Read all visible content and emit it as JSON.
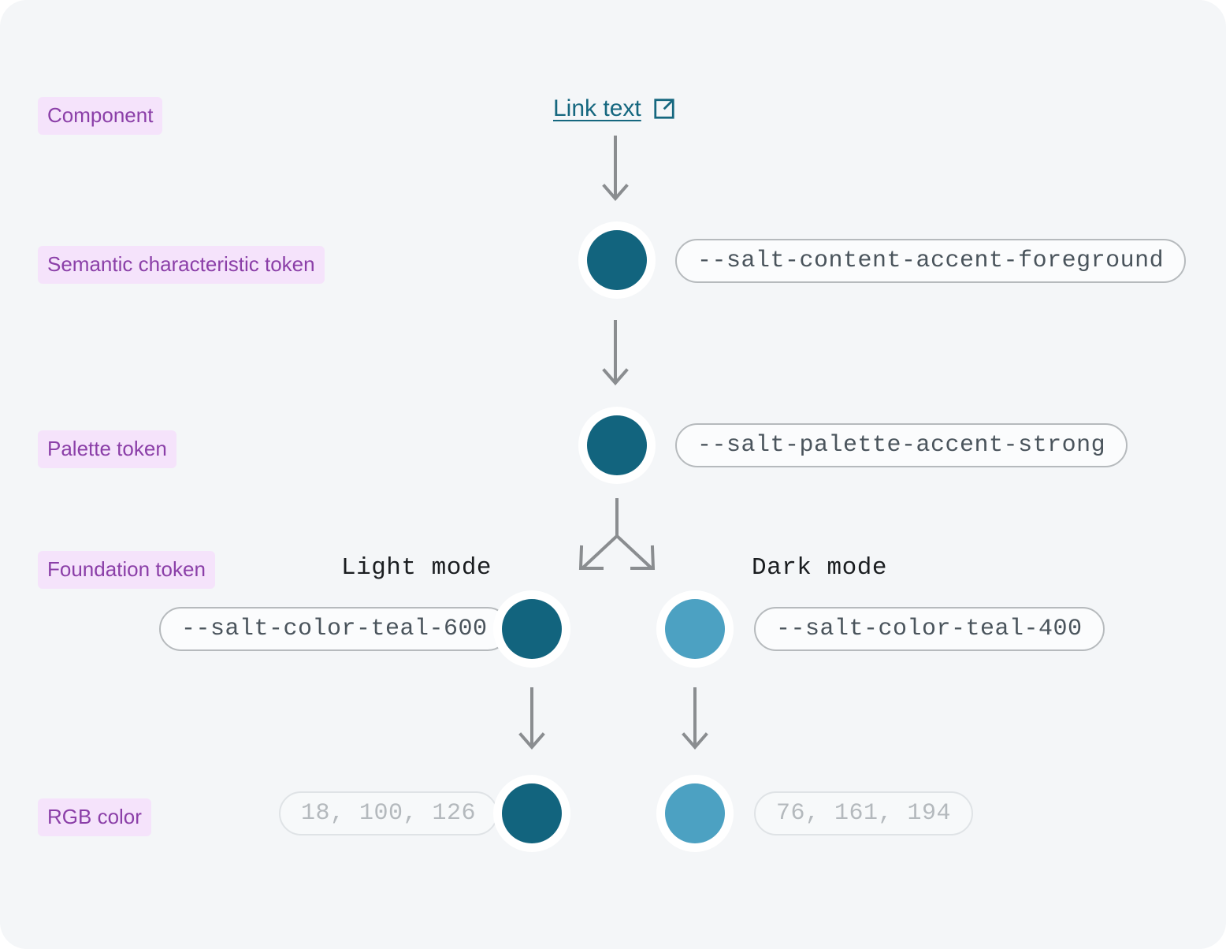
{
  "page": {
    "background": "#f4f6f8",
    "title": "Salt design system colour token hierarchy"
  },
  "rows": [
    {
      "key": "component",
      "label": "Component"
    },
    {
      "key": "semantic",
      "label": "Semantic characteristic token"
    },
    {
      "key": "palette",
      "label": "Palette token"
    },
    {
      "key": "foundation",
      "label": "Foundation token"
    },
    {
      "key": "rgb",
      "label": "RGB color"
    }
  ],
  "component": {
    "link_label": "Link text",
    "link_color": "#15677f",
    "icon": "external-link-icon"
  },
  "semantic": {
    "token": "--salt-content-accent-foreground",
    "swatch_color": "#12647e"
  },
  "palette": {
    "token": "--salt-palette-accent-strong",
    "swatch_color": "#12647e"
  },
  "foundation": {
    "light": {
      "caption": "Light mode",
      "token": "--salt-color-teal-600",
      "swatch_color": "#12647e"
    },
    "dark": {
      "caption": "Dark mode",
      "token": "--salt-color-teal-400",
      "swatch_color": "#4ca1c2"
    }
  },
  "rgb": {
    "light": {
      "value": "18, 100, 126",
      "swatch_color": "#12647e"
    },
    "dark": {
      "value": "76, 161, 194",
      "swatch_color": "#4ca1c2"
    }
  },
  "colors": {
    "label_pill_bg": "#f5e3fb",
    "label_pill_text": "#8b3fa8",
    "arrow": "#8a8d90",
    "pill_border": "#b6babd",
    "pill_text": "#4a545c",
    "pill_border_muted": "#dfe3e6",
    "pill_text_muted": "#b4b9bd"
  }
}
